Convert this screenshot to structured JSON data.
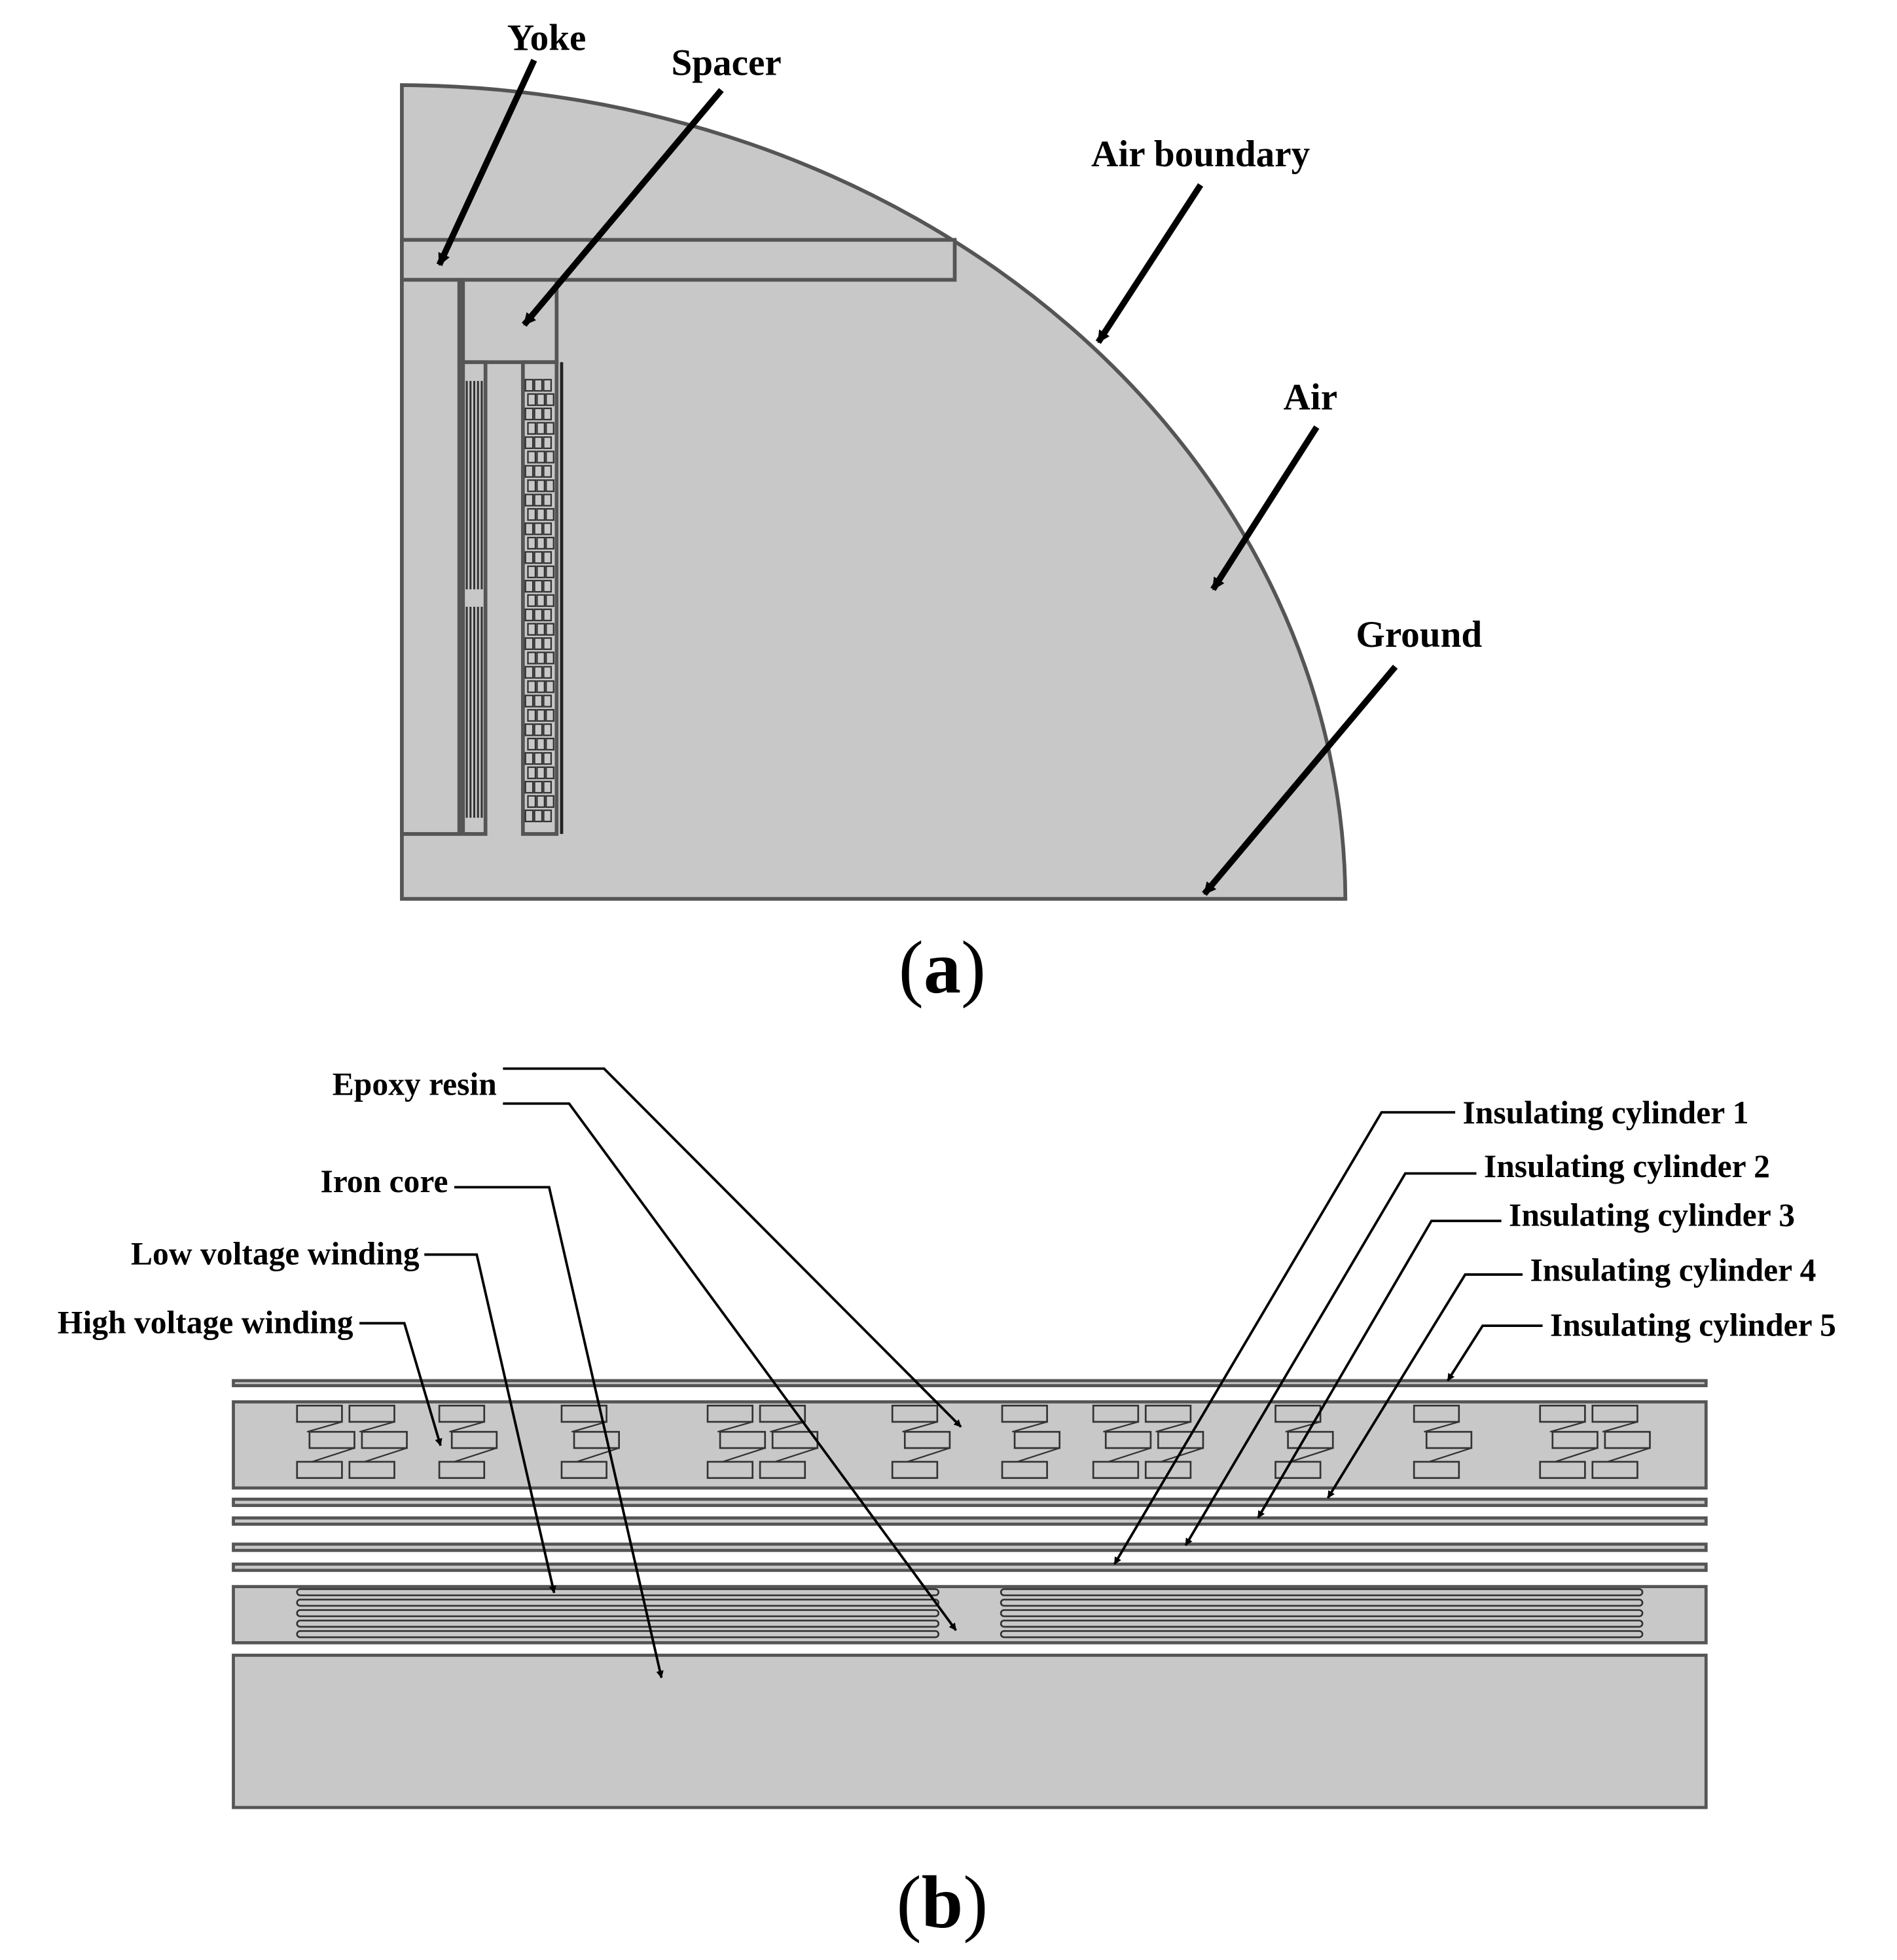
{
  "panel_a": {
    "labels": {
      "yoke": "Yoke",
      "spacer": "Spacer",
      "air_boundary": "Air boundary",
      "air": "Air",
      "ground": "Ground"
    },
    "caption": {
      "open": "(",
      "letter": "a",
      "close": ")"
    }
  },
  "panel_b": {
    "labels": {
      "epoxy_resin": "Epoxy resin",
      "iron_core": "Iron core",
      "low_voltage_winding": "Low voltage winding",
      "high_voltage_winding": "High voltage winding",
      "insulating_cylinder_1": "Insulating cylinder 1",
      "insulating_cylinder_2": "Insulating cylinder 2",
      "insulating_cylinder_3": "Insulating cylinder 3",
      "insulating_cylinder_4": "Insulating cylinder 4",
      "insulating_cylinder_5": "Insulating cylinder 5"
    },
    "caption": {
      "open": "(",
      "letter": "b",
      "close": ")"
    }
  },
  "colors": {
    "region_fill": "#c8c8c8",
    "outline": "#555555",
    "annotation": "#000000"
  }
}
